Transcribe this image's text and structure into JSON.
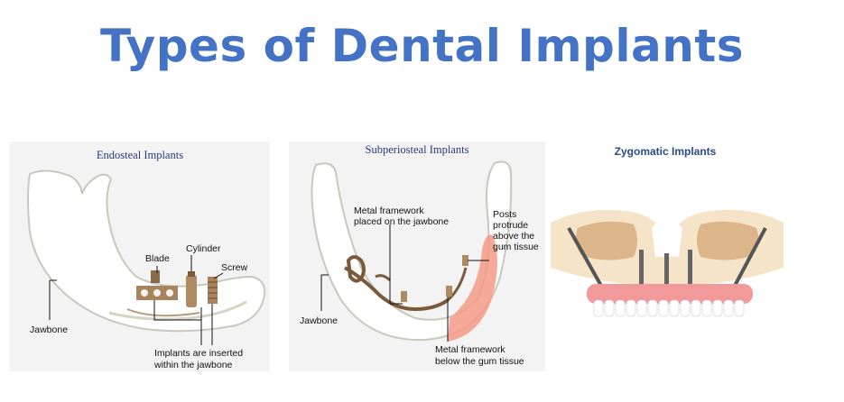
{
  "title": "Types of Dental Implants",
  "colors": {
    "title": "#4472C4",
    "panel_bg": "#f2f3f2",
    "bone": "#ffffff",
    "bone_shadow": "#c8c8c0",
    "metal": "#8a6a48",
    "gum": "#f59a86",
    "sinus": "#e9c8a0"
  },
  "panels": {
    "endosteal": {
      "title": "Endosteal Implants",
      "labels": {
        "blade": "Blade",
        "cylinder": "Cylinder",
        "screw": "Screw",
        "jawbone": "Jawbone",
        "inserted_line1": "Implants are inserted",
        "inserted_line2": "within the jawbone"
      }
    },
    "subperiosteal": {
      "title": "Subperiosteal Implants",
      "labels": {
        "framework_line1": "Metal framework",
        "framework_line2": "placed on the jawbone",
        "posts_line1": "Posts",
        "posts_line2": "protrude",
        "posts_line3": "above the",
        "posts_line4": "gum tissue",
        "jawbone": "Jawbone",
        "below_line1": "Metal framework",
        "below_line2": "below the gum tissue"
      }
    },
    "zygomatic": {
      "title": "Zygomatic Implants"
    }
  }
}
